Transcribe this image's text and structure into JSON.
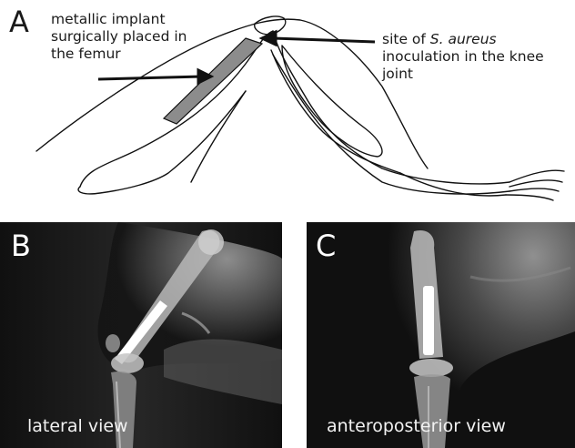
{
  "panel_a": {
    "letter": "A",
    "implant_label_lines": [
      "metallic implant",
      "surgically placed in",
      "the femur"
    ],
    "inoculation_label": {
      "prefix": "site of ",
      "italic": "S. aureus",
      "line2": "inoculation in the knee",
      "line3": "joint"
    }
  },
  "panel_b": {
    "letter": "B",
    "view_label": "lateral view"
  },
  "panel_c": {
    "letter": "C",
    "view_label": "anteroposterior view"
  },
  "colors": {
    "implant_fill": "#8c8c8c",
    "outline": "#111111",
    "xray_bg": "#0e0e0e"
  }
}
